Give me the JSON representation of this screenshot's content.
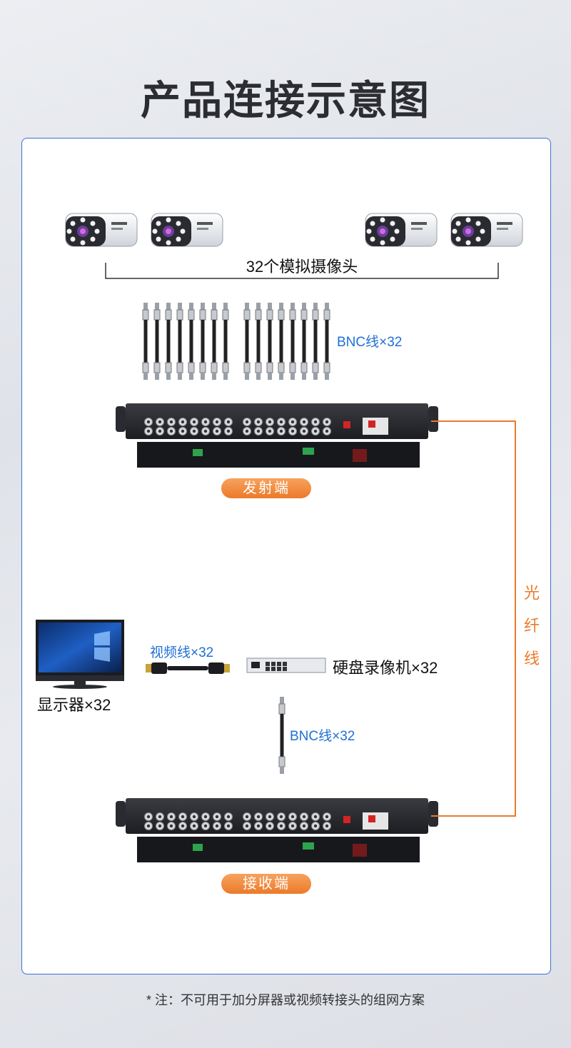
{
  "title": "产品连接示意图",
  "cameras_label": "32个模拟摄像头",
  "bnc_top_label": "BNC线×32",
  "transmitter_label": "发射端",
  "fiber_chars": [
    "光",
    "纤",
    "线"
  ],
  "monitor_label": "显示器×32",
  "video_cable_label": "视频线×32",
  "nvr_label": "硬盘录像机×32",
  "bnc_bottom_label": "BNC线×32",
  "receiver_label": "接收端",
  "note": "* 注：不可用于加分屏器或视频转接头的组网方案",
  "colors": {
    "accent_blue": "#1f6fd6",
    "accent_orange": "#ec7a2a",
    "panel_border": "#3b6fd8"
  },
  "icons": [
    "camera-icon",
    "bnc-cable-icon",
    "rack-device-icon",
    "monitor-icon",
    "hdmi-cable-icon",
    "nvr-icon"
  ]
}
